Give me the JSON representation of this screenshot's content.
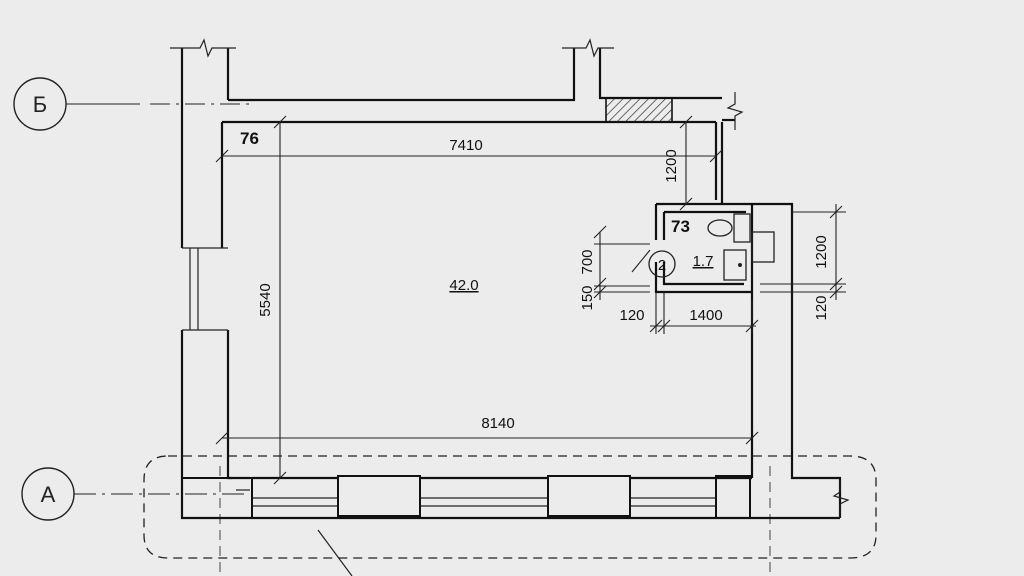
{
  "axes": {
    "b": "Б",
    "a": "А"
  },
  "rooms": {
    "main": {
      "number": "76",
      "area": "42.0"
    },
    "wc": {
      "number": "73",
      "area": "1.7",
      "circle": "2"
    }
  },
  "dimensions": {
    "top_width": "7410",
    "bottom_width": "8140",
    "left_height": "5540",
    "wc_offset": "1200",
    "wc_height": "1200",
    "wc_wall_right": "120",
    "wc_door": "700",
    "wc_door_wall": "150",
    "wc_wall_left": "120",
    "wc_width": "1400"
  }
}
